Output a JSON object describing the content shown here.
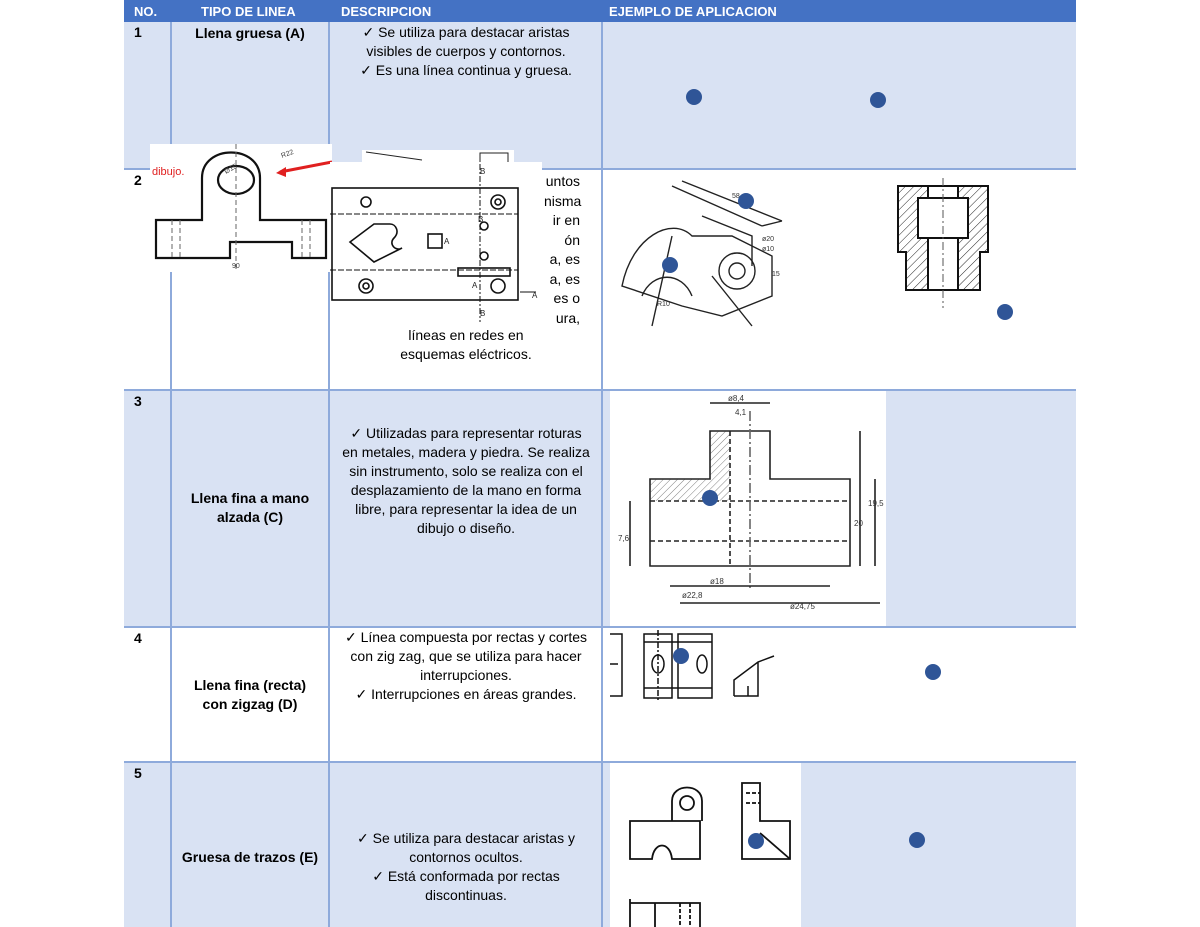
{
  "header": {
    "col_no": "NO.",
    "col_tipo": "TIPO DE LINEA",
    "col_desc": "DESCRIPCION",
    "col_ejemplo": "EJEMPLO DE APLICACION"
  },
  "rows": [
    {
      "no": "1",
      "tipo": "Llena gruesa (A)",
      "desc": [
        "✓ Se utiliza para destacar aristas visibles de cuerpos y contornos.",
        "✓ Es una línea continua y gruesa."
      ]
    },
    {
      "no": "2",
      "tipo": "",
      "desc_fragments": [
        "untos",
        "nisma",
        "ir en",
        "ón",
        "a, es",
        "a, es",
        "es o",
        "ura,",
        "líneas en redes en",
        "esquemas eléctricos."
      ]
    },
    {
      "no": "3",
      "tipo": "Llena fina a mano alzada (C)",
      "desc": [
        "✓ Utilizadas para representar roturas en metales, madera y piedra. Se realiza sin instrumento, solo se realiza con el desplazamiento de la mano en forma libre, para representar la idea de un dibujo o diseño."
      ]
    },
    {
      "no": "4",
      "tipo": "Llena fina (recta) con zigzag (D)",
      "desc": [
        "✓ Línea compuesta por rectas y cortes con zig zag, que se utiliza para hacer interrupciones.",
        "✓ Interrupciones en áreas grandes."
      ]
    },
    {
      "no": "5",
      "tipo": "Gruesa de trazos (E)",
      "desc": [
        "✓ Se utiliza para destacar aristas y contornos ocultos.",
        "✓ Está conformada por rectas discontinuas."
      ]
    }
  ],
  "overlay": {
    "red_label": "dibujo."
  },
  "colors": {
    "header": "#4472c4",
    "row_band": "#d9e2f3",
    "border": "#8eaadb",
    "dot": "#2f5597",
    "red": "#e02020"
  }
}
